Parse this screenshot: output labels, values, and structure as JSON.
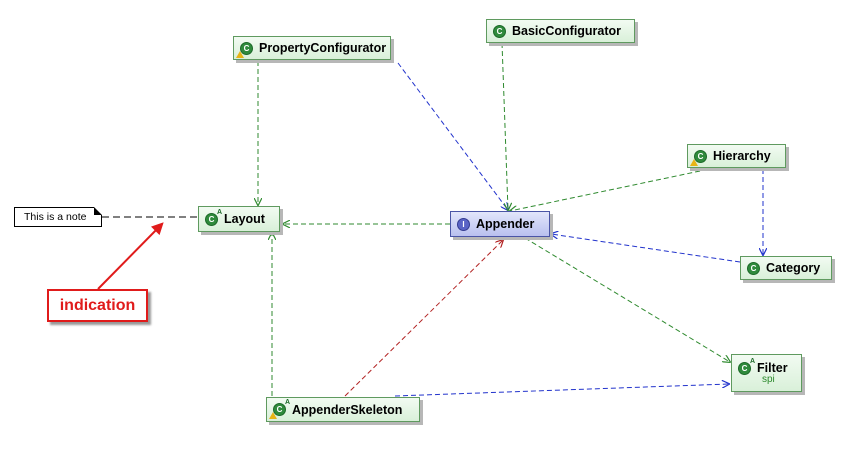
{
  "nodes": {
    "property_configurator": {
      "label": "PropertyConfigurator",
      "kind": "class"
    },
    "basic_configurator": {
      "label": "BasicConfigurator",
      "kind": "class"
    },
    "hierarchy": {
      "label": "Hierarchy",
      "kind": "class"
    },
    "layout": {
      "label": "Layout",
      "kind": "abstract-class"
    },
    "appender": {
      "label": "Appender",
      "kind": "interface"
    },
    "category": {
      "label": "Category",
      "kind": "class"
    },
    "filter": {
      "label": "Filter",
      "package": "spi",
      "kind": "abstract-class"
    },
    "appender_skeleton": {
      "label": "AppenderSkeleton",
      "kind": "abstract-class"
    }
  },
  "note": {
    "text": "This is a note"
  },
  "callout": {
    "text": "indication",
    "color": "#e01b1b"
  },
  "icons": {
    "class": "class-icon",
    "interface": "interface-icon",
    "abstract_marker": "abstract-marker-icon",
    "warning_marker": "warning-marker-icon"
  },
  "colors": {
    "class_border": "#5f9a5f",
    "interface_border": "#4a55a6",
    "green_edge": "#2f8a2f",
    "blue_edge": "#2233cc",
    "red_edge": "#b22222"
  },
  "edges": [
    {
      "from": "property_configurator",
      "to": "layout",
      "color": "green"
    },
    {
      "from": "property_configurator",
      "to": "appender",
      "color": "blue"
    },
    {
      "from": "basic_configurator",
      "to": "appender",
      "color": "green"
    },
    {
      "from": "hierarchy",
      "to": "appender",
      "color": "green"
    },
    {
      "from": "hierarchy",
      "to": "category",
      "color": "blue"
    },
    {
      "from": "category",
      "to": "appender",
      "color": "blue"
    },
    {
      "from": "appender",
      "to": "layout",
      "color": "green"
    },
    {
      "from": "appender",
      "to": "filter",
      "color": "green"
    },
    {
      "from": "appender_skeleton",
      "to": "layout",
      "color": "green"
    },
    {
      "from": "appender_skeleton",
      "to": "appender",
      "color": "red"
    },
    {
      "from": "appender_skeleton",
      "to": "filter",
      "color": "blue"
    },
    {
      "from": "note",
      "to": "layout",
      "color": "black"
    }
  ]
}
